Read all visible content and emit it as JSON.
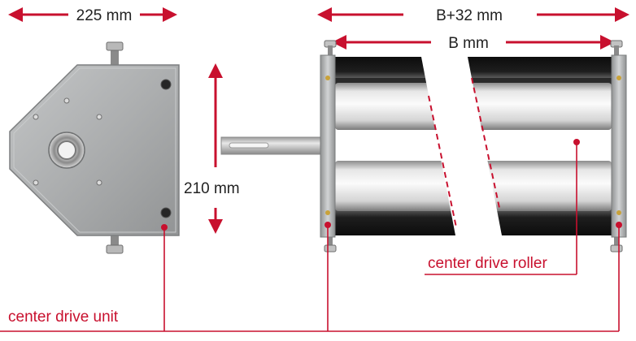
{
  "labels": {
    "width_unit": "225 mm",
    "height_unit": "210 mm",
    "overall_width": "B+32 mm",
    "belt_width": "B mm",
    "roller_callout": "center drive roller",
    "unit_callout": "center drive unit"
  },
  "colors": {
    "accent": "#c8102e",
    "dimension_text": "#222222",
    "plate": "#aeb0b1",
    "plate_edge": "#7d7f80",
    "roller_dark": "#161616",
    "belt": "#ffffff"
  }
}
